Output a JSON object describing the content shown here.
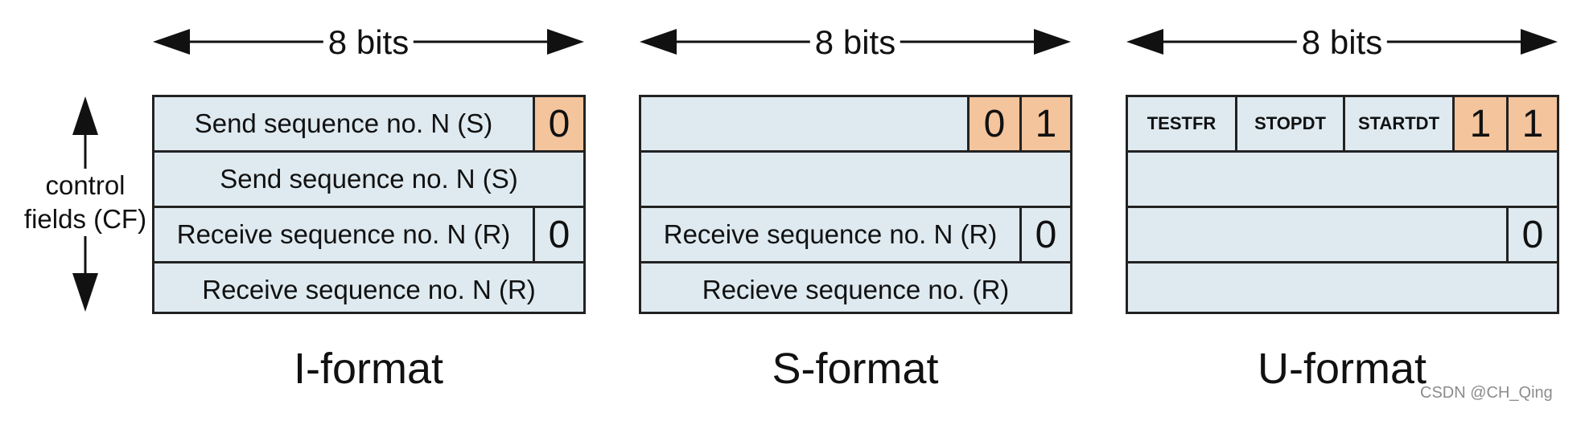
{
  "width_label": "8 bits",
  "side_label": {
    "line1": "control",
    "line2": "fields (CF)"
  },
  "formats": [
    {
      "title": "I-format",
      "rows": [
        {
          "cells": [
            {
              "text": "Send sequence no. N (S)"
            },
            {
              "text": "0",
              "highlight": true
            }
          ]
        },
        {
          "cells": [
            {
              "text": "Send sequence no. N (S)"
            }
          ]
        },
        {
          "cells": [
            {
              "text": "Receive sequence no. N (R)"
            },
            {
              "text": "0"
            }
          ]
        },
        {
          "cells": [
            {
              "text": "Receive sequence no. N (R)"
            }
          ]
        }
      ]
    },
    {
      "title": "S-format",
      "rows": [
        {
          "cells": [
            {
              "text": ""
            },
            {
              "text": "0",
              "highlight": true
            },
            {
              "text": "1",
              "highlight": true
            }
          ]
        },
        {
          "cells": [
            {
              "text": ""
            }
          ]
        },
        {
          "cells": [
            {
              "text": "Receive sequence no. N (R)"
            },
            {
              "text": "0"
            }
          ]
        },
        {
          "cells": [
            {
              "text": "Recieve sequence no. (R)"
            }
          ]
        }
      ]
    },
    {
      "title": "U-format",
      "rows": [
        {
          "cells": [
            {
              "text": "TESTFR"
            },
            {
              "text": "STOPDT"
            },
            {
              "text": "STARTDT"
            },
            {
              "text": "1",
              "highlight": true
            },
            {
              "text": "1",
              "highlight": true
            }
          ]
        },
        {
          "cells": [
            {
              "text": ""
            }
          ]
        },
        {
          "cells": [
            {
              "text": ""
            },
            {
              "text": "0"
            }
          ]
        },
        {
          "cells": [
            {
              "text": ""
            }
          ]
        }
      ]
    }
  ],
  "watermark": "CSDN @CH_Qing",
  "colors": {
    "field_fill": "#deeaf0",
    "bit_highlight": "#f4c49c",
    "border": "#222222"
  }
}
